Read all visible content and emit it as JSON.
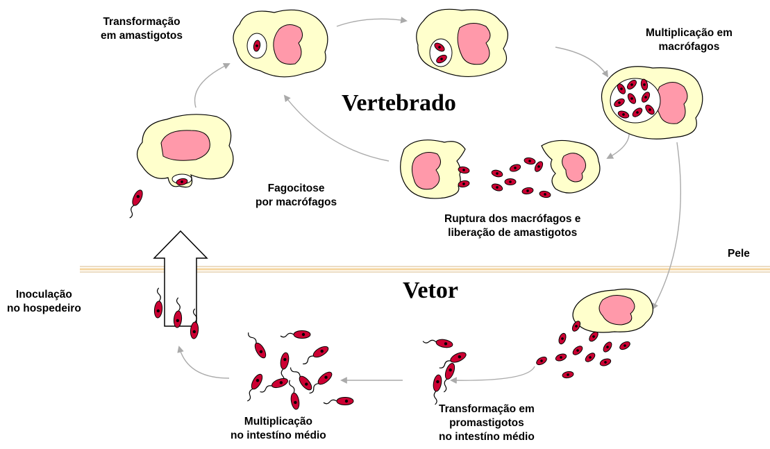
{
  "title_vertebrate": "Vertebrado",
  "title_vector": "Vetor",
  "skin_label": "Pele",
  "labels": {
    "transform_amastigote": [
      "Transformação",
      "em amastigotos"
    ],
    "multiplication_macrophage": [
      "Multiplicação em",
      "macrófagos"
    ],
    "phagocytosis": [
      "Fagocitose",
      "por macrófagos"
    ],
    "rupture": [
      "Ruptura dos macrófagos e",
      "liberação de amastigotos"
    ],
    "inoculation": [
      "Inoculação",
      "no hospedeiro"
    ],
    "multiplication_midgut": [
      "Multiplicação",
      "no intestíno médio"
    ],
    "transform_promastigote": [
      "Transformação em",
      "promastigotos",
      "no intestíno médio"
    ]
  },
  "colors": {
    "cell_body": "#ffffcc",
    "nucleus": "#ff99aa",
    "parasite": "#cc0033",
    "arrow": "#aaaaaa",
    "skin_line": "#f5d6a0"
  }
}
